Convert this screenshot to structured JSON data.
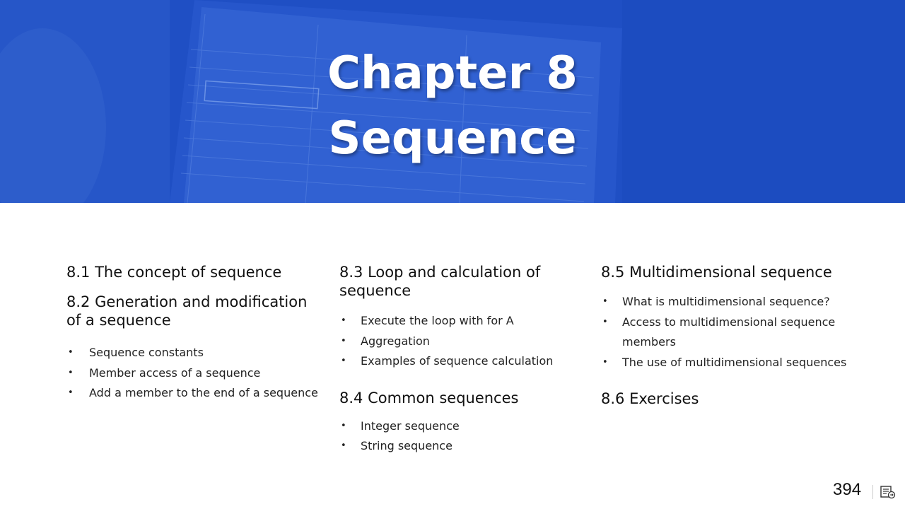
{
  "header": {
    "title_line1": "Chapter 8",
    "title_line2": "Sequence"
  },
  "colors": {
    "banner_blue": "#1f4fc4",
    "text": "#111111"
  },
  "columns": [
    {
      "sections": [
        {
          "heading": "8.1 The concept of sequence",
          "items": []
        },
        {
          "heading": "8.2 Generation and modification of a sequence",
          "items": [
            "Sequence constants",
            "Member access of a sequence",
            "Add a member to the end of a sequence"
          ]
        }
      ]
    },
    {
      "sections": [
        {
          "heading": "8.3 Loop and calculation of sequence",
          "items": [
            "Execute the loop with for A",
            "Aggregation",
            "Examples of sequence calculation"
          ]
        },
        {
          "heading": "8.4 Common sequences",
          "items": [
            "Integer sequence",
            "String sequence"
          ]
        }
      ]
    },
    {
      "sections": [
        {
          "heading": "8.5 Multidimensional sequence",
          "items": [
            "What is multidimensional sequence?",
            "Access to multidimensional sequence members",
            "The use of multidimensional sequences"
          ]
        },
        {
          "heading": "8.6 Exercises",
          "items": []
        }
      ]
    }
  ],
  "footer": {
    "page_number": "394",
    "notes_icon": "notes-icon"
  }
}
